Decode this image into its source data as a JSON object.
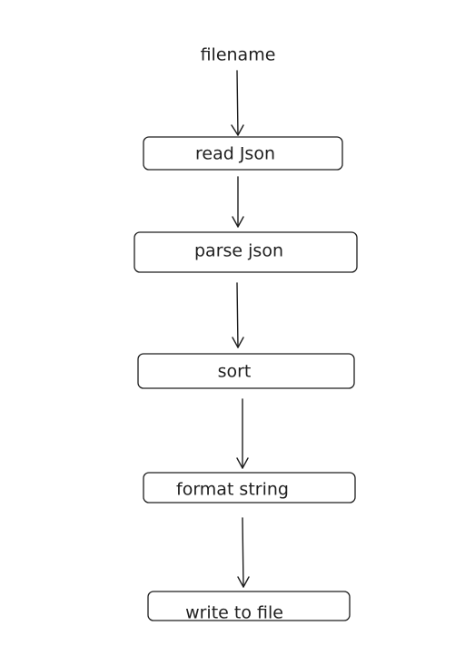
{
  "diagram": {
    "start": "filename",
    "steps": [
      "read Json",
      "parse json",
      "sort",
      "format string",
      "write to file"
    ]
  },
  "colors": {
    "stroke": "#1e1e1e",
    "background": "#ffffff"
  }
}
